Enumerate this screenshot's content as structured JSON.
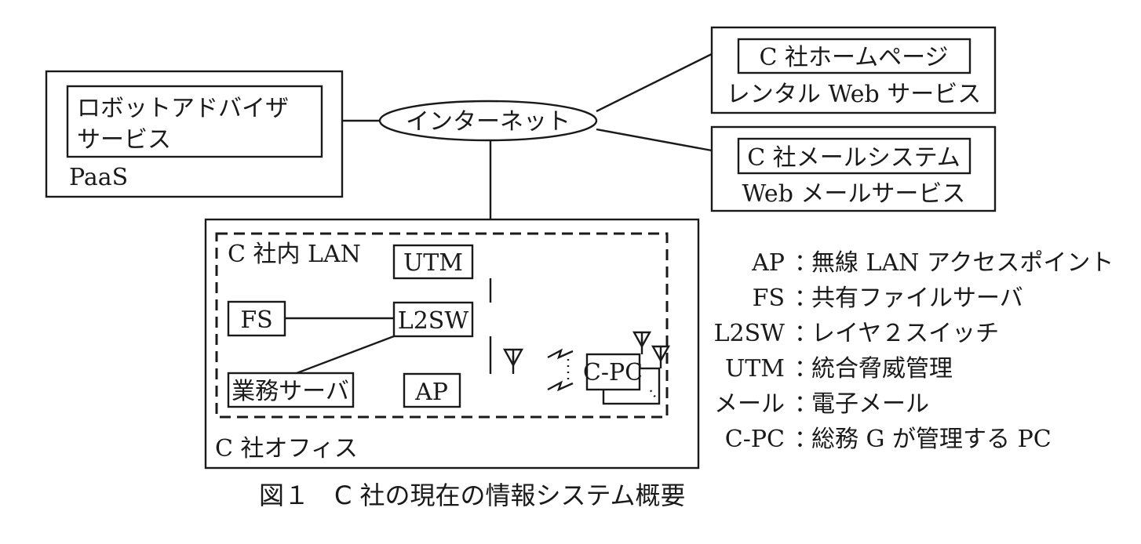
{
  "diagram": {
    "caption": "図１　C 社の現在の情報システム概要",
    "paas": {
      "container_label": "PaaS",
      "service_line1": "ロボットアドバイザ",
      "service_line2": "サービス"
    },
    "internet": {
      "label": "インターネット"
    },
    "rental_web": {
      "inner_label": "C 社ホームページ",
      "container_label": "レンタル Web サービス"
    },
    "web_mail": {
      "inner_label": "C 社メールシステム",
      "container_label": "Web メールサービス"
    },
    "office": {
      "container_label": "C 社オフィス",
      "lan_label": "C 社内 LAN",
      "nodes": {
        "utm": "UTM",
        "l2sw": "L2SW",
        "fs": "FS",
        "business_server": "業務サーバ",
        "ap": "AP",
        "cpc": "C-PC"
      }
    },
    "legend": [
      {
        "abbr": "AP",
        "sep": "：",
        "desc": "無線 LAN アクセスポイント"
      },
      {
        "abbr": "FS",
        "sep": "：",
        "desc": "共有ファイルサーバ"
      },
      {
        "abbr": "L2SW",
        "sep": "：",
        "desc": "レイヤ２スイッチ"
      },
      {
        "abbr": "UTM",
        "sep": "：",
        "desc": "統合脅威管理"
      },
      {
        "abbr": "メール",
        "sep": "：",
        "desc": "電子メール"
      },
      {
        "abbr": "C-PC",
        "sep": "：",
        "desc": "総務 G が管理する PC"
      }
    ]
  }
}
